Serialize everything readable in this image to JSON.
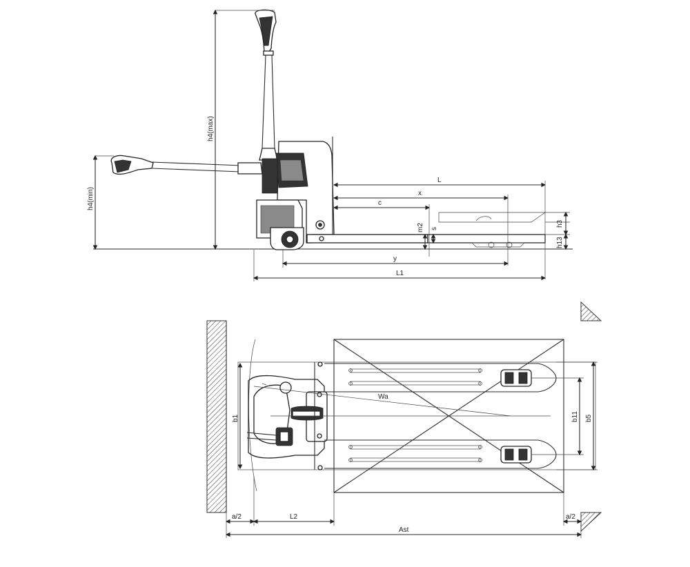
{
  "side_view": {
    "labels": {
      "h4_max": "h4(max)",
      "h4_min": "h4(min)",
      "L": "L",
      "x": "x",
      "c": "c",
      "m2": "m2",
      "s": "s",
      "h3": "h3",
      "h13": "h13",
      "y": "y",
      "L1": "L1"
    }
  },
  "top_view": {
    "labels": {
      "Wa": "Wa",
      "b1": "b1",
      "b11": "b11",
      "b5": "b5",
      "a2_left": "a/2",
      "L2": "L2",
      "Ast": "Ast",
      "a2_right": "a/2"
    }
  }
}
